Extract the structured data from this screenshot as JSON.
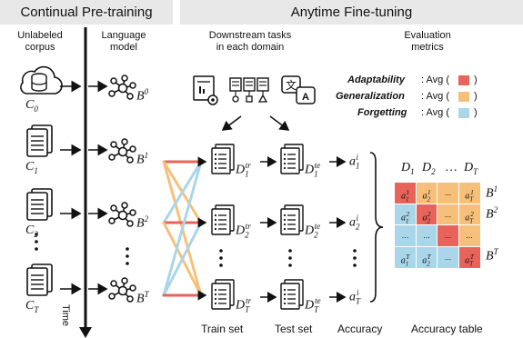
{
  "headers": {
    "left": "Continual Pre-training",
    "right": "Anytime Fine-tuning"
  },
  "column_labels": {
    "corpus": [
      "Unlabeled",
      "corpus"
    ],
    "model": [
      "Language",
      "model"
    ],
    "tasks": [
      "Downstream tasks",
      "in each domain"
    ],
    "eval": [
      "Evaluation",
      "metrics"
    ]
  },
  "time_label": "Time",
  "corpus_symbols": [
    "C",
    "C",
    "C",
    "C"
  ],
  "corpus_subs": [
    "0",
    "1",
    "2",
    "T"
  ],
  "model_symbols": [
    "B",
    "B",
    "B",
    "B"
  ],
  "model_sups": [
    "0",
    "1",
    "2",
    "T"
  ],
  "train_symbol": "D",
  "train_subs": [
    "1",
    "2",
    "T"
  ],
  "train_sup": "tr",
  "test_symbol": "D",
  "test_subs": [
    "1",
    "2",
    "T"
  ],
  "test_sup": "te",
  "acc_symbol": "a",
  "acc_subs": [
    "1",
    "2",
    "T"
  ],
  "acc_sup": "i",
  "metrics": [
    {
      "name": "Adaptability",
      "label": ": Avg (",
      "close": ")",
      "color": "#e8635a"
    },
    {
      "name": "Generalization",
      "label": ": Avg (",
      "close": ")",
      "color": "#f7c07a"
    },
    {
      "name": "Forgetting",
      "label": ": Avg (",
      "close": ")",
      "color": "#a9d6e8"
    }
  ],
  "table": {
    "col_headers": [
      "D",
      "D",
      "…",
      "D"
    ],
    "col_subs": [
      "1",
      "2",
      "",
      "T"
    ],
    "row_headers": [
      "B",
      "B",
      "",
      "B"
    ],
    "row_sups": [
      "1",
      "2",
      "",
      "T"
    ],
    "cells": [
      [
        {
          "t": "a",
          "sub": "1",
          "sup": "1",
          "c": "r"
        },
        {
          "t": "a",
          "sub": "2",
          "sup": "1",
          "c": "o"
        },
        {
          "t": "...",
          "c": "o"
        },
        {
          "t": "a",
          "sub": "T",
          "sup": "1",
          "c": "o"
        }
      ],
      [
        {
          "t": "a",
          "sub": "1",
          "sup": "2",
          "c": "b"
        },
        {
          "t": "a",
          "sub": "2",
          "sup": "2",
          "c": "r"
        },
        {
          "t": "...",
          "c": "o"
        },
        {
          "t": "a",
          "sub": "T",
          "sup": "2",
          "c": "o"
        }
      ],
      [
        {
          "t": "...",
          "c": "b"
        },
        {
          "t": "...",
          "c": "b"
        },
        {
          "t": "...",
          "c": "r"
        },
        {
          "t": "...",
          "c": "o"
        }
      ],
      [
        {
          "t": "a",
          "sub": "1",
          "sup": "T",
          "c": "b"
        },
        {
          "t": "a",
          "sub": "2",
          "sup": "T",
          "c": "b"
        },
        {
          "t": "...",
          "c": "b"
        },
        {
          "t": "a",
          "sub": "T",
          "sup": "T",
          "c": "r"
        }
      ]
    ]
  },
  "bottom_labels": {
    "train": "Train set",
    "test": "Test set",
    "accuracy": "Accuracy",
    "table": "Accuracy table"
  },
  "colors": {
    "red": "#e8635a",
    "orange": "#f7c07a",
    "blue": "#a9d6e8",
    "header_bg": "#e8e8e8"
  }
}
